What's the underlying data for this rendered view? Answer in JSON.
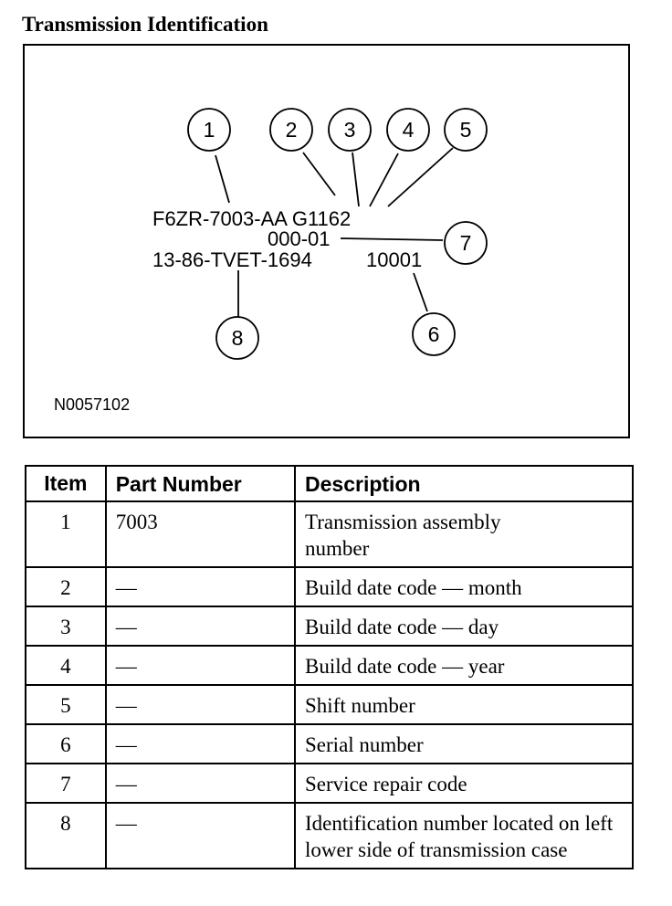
{
  "title": "Transmission Identification",
  "figure": {
    "id": "N0057102",
    "label_lines": [
      "F6ZR-7003-AA G1162",
      "000-01",
      "13-86-TVET-1694",
      "10001"
    ],
    "callouts": [
      "1",
      "2",
      "3",
      "4",
      "5",
      "6",
      "7",
      "8"
    ]
  },
  "table": {
    "headers": [
      "Item",
      "Part Number",
      "Description"
    ],
    "rows": [
      {
        "item": "1",
        "part": "7003",
        "desc": "Transmission assembly number"
      },
      {
        "item": "2",
        "part": "—",
        "desc": "Build date code — month"
      },
      {
        "item": "3",
        "part": "—",
        "desc": "Build date code — day"
      },
      {
        "item": "4",
        "part": "—",
        "desc": "Build date code — year"
      },
      {
        "item": "5",
        "part": "—",
        "desc": "Shift number"
      },
      {
        "item": "6",
        "part": "—",
        "desc": "Serial number"
      },
      {
        "item": "7",
        "part": "—",
        "desc": "Service repair code"
      },
      {
        "item": "8",
        "part": "—",
        "desc": "Identification number located on left lower side of transmission case"
      }
    ]
  }
}
